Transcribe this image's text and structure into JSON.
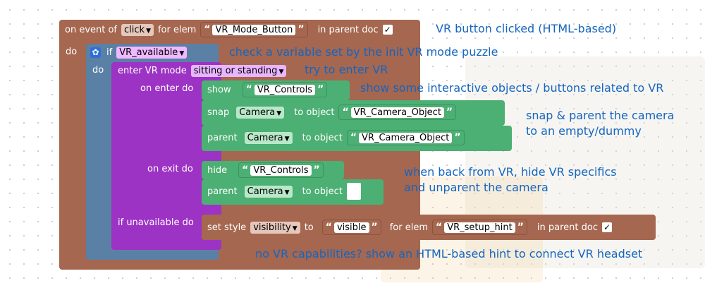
{
  "event_block": {
    "on_event_of": "on event of",
    "event": "click",
    "for_elem": "for elem",
    "elem_name": "VR_Mode_Button",
    "in_parent_doc": "in parent doc",
    "check": "✓",
    "do": "do",
    "comment": "VR button clicked (HTML-based)"
  },
  "if_block": {
    "if": "if",
    "do": "do",
    "variable": "VR_available",
    "comment": "check a variable set by the init VR mode puzzle"
  },
  "enter_vr": {
    "label": "enter VR mode",
    "mode": "sitting or standing",
    "on_enter_do": "on enter do",
    "on_exit_do": "on exit do",
    "if_unavailable_do": "if unavailable do",
    "comment": "try to enter VR"
  },
  "show": {
    "label": "show",
    "object": "VR_Controls",
    "comment": "show some interactive objects / buttons related to VR"
  },
  "snap": {
    "label": "snap",
    "target": "Camera",
    "to_object": "to object",
    "object": "VR_Camera_Object"
  },
  "parent1": {
    "label": "parent",
    "target": "Camera",
    "to_object": "to object",
    "object": "VR_Camera_Object"
  },
  "snap_comment": {
    "line1": "snap & parent the camera",
    "line2": "to an empty/dummy"
  },
  "hide": {
    "label": "hide",
    "object": "VR_Controls"
  },
  "parent2": {
    "label": "parent",
    "target": "Camera",
    "to_object": "to object"
  },
  "exit_comment": {
    "line1": "when back from VR, hide VR specifics",
    "line2": "and unparent the camera"
  },
  "set_style": {
    "label": "set style",
    "property": "visibility",
    "to": "to",
    "value": "visible",
    "for_elem": "for elem",
    "elem_name": "VR_setup_hint",
    "in_parent_doc": "in parent doc",
    "check": "✓"
  },
  "bottom_comment": "no VR capabilities? show an HTML-based hint to connect VR headset",
  "colors": {
    "event_block": "#a5674f",
    "if_block": "#5b80a5",
    "enter_block": "#9d33c4",
    "green_block": "#4caf73",
    "comment_text": "#1565c0"
  }
}
